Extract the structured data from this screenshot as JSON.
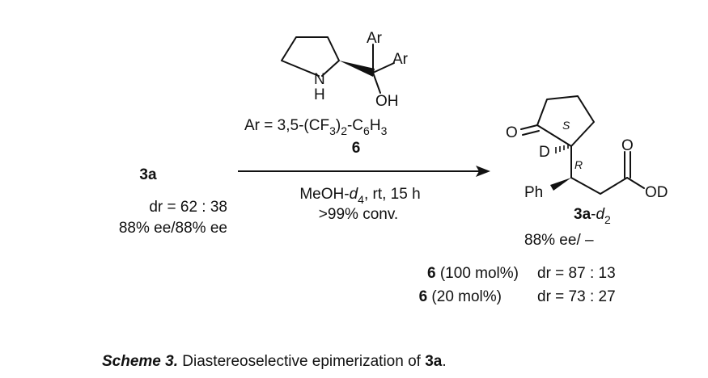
{
  "catalyst": {
    "aryl_label_top": "Ar",
    "aryl_label_right": "Ar",
    "nh_n": "N",
    "nh_h": "H",
    "oh": "OH",
    "ar_def_prefix": "Ar = 3,5-(CF",
    "ar_def_sub1": "3",
    "ar_def_mid": ")",
    "ar_def_sub2": "2",
    "ar_def_mid2": "-C",
    "ar_def_sub3": "6",
    "ar_def_mid3": "H",
    "ar_def_sub4": "3",
    "number": "6"
  },
  "conditions": {
    "solvent_prefix": "MeOH-",
    "solvent_italic": "d",
    "solvent_sub": "4",
    "solvent_suffix": ", rt, 15 h",
    "conversion": ">99% conv."
  },
  "starting_material": {
    "label": "3a",
    "dr": "dr = 62 : 38",
    "ee": "88% ee/88% ee"
  },
  "product": {
    "o_ketone": "O",
    "s_label": "S",
    "r_label": "R",
    "d_label": "D",
    "ph_label": "Ph",
    "o_acid": "O",
    "od_label": "OD",
    "name_bold": "3a",
    "name_dash": "-",
    "name_italic": "d",
    "name_sub": "2",
    "ee": "88% ee/ –"
  },
  "results": [
    {
      "cat": "6",
      "loading": " (100 mol%)",
      "dr": "dr = 87 : 13"
    },
    {
      "cat": "6",
      "loading": " (20 mol%)",
      "dr": "dr = 73 : 27"
    }
  ],
  "caption": {
    "label": "Scheme 3.",
    "text": " Diastereoselective epimerization of ",
    "compound": "3a",
    "end": "."
  }
}
